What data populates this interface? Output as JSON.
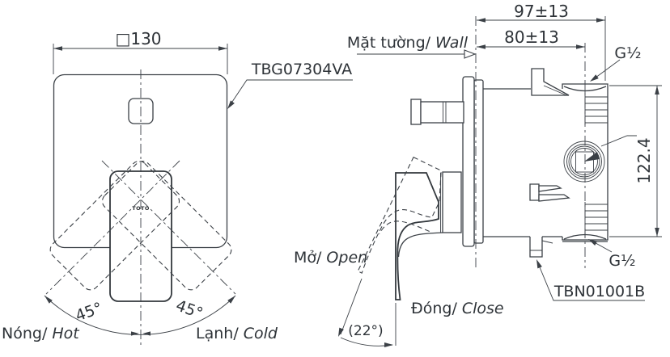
{
  "front_view": {
    "dim_width": "□130",
    "product_code": "TBG07304VA",
    "logo": "TOTO",
    "angle_left": "45°",
    "angle_right": "45°",
    "hot": {
      "vi": "Nóng/",
      "en": "Hot"
    },
    "cold": {
      "vi": "Lạnh/",
      "en": "Cold"
    }
  },
  "side_view": {
    "wall": {
      "vi": "Mặt tường/",
      "en": "Wall"
    },
    "dim_depth_total": "97±13",
    "dim_depth_to_outlet": "80±13",
    "dim_height": "122.4",
    "thread_top": "G½",
    "thread_bottom": "G½",
    "valve_code": "TBN01001B",
    "open": {
      "vi": "Mở/",
      "en": "Open"
    },
    "close": {
      "vi": "Đóng/",
      "en": "Close"
    },
    "open_angle": "(22°)"
  },
  "colors": {
    "line": "#3b4046",
    "text": "#2e3338",
    "background": "#ffffff"
  }
}
